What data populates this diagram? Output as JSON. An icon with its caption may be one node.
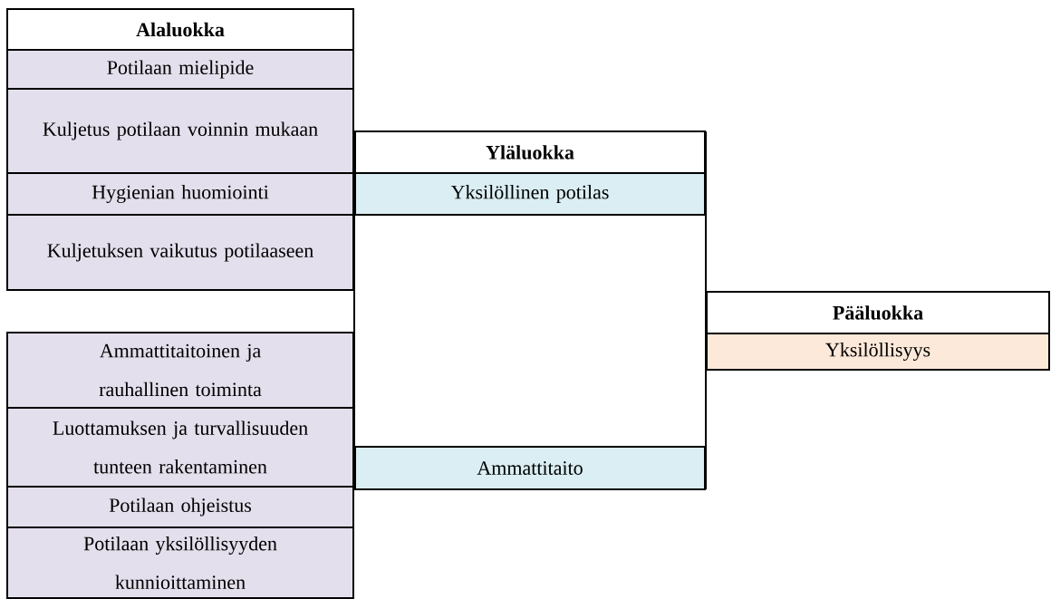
{
  "diagram": {
    "nodes": [
      {
        "text": [
          "Alaluokka"
        ]
      },
      {
        "text": [
          "Potilaan mielipide"
        ]
      },
      {
        "text": [
          "Kuljetus potilaan voinnin mukaan"
        ]
      },
      {
        "text": [
          "Hygienian huomiointi"
        ]
      },
      {
        "text": [
          "Kuljetuksen vaikutus potilaaseen"
        ]
      },
      {
        "text": [
          "Ammattitaitoinen ja rauhallinen toiminta"
        ]
      },
      {
        "text": [
          "Luottamuksen ja turvallisuuden tunteen rakentaminen"
        ]
      },
      {
        "text": [
          "Potilaan ohjeistus"
        ]
      },
      {
        "text": [
          "Potilaan yksilöllisyyden kunnioittaminen"
        ]
      },
      {
        "text": [
          "Yläluokka"
        ]
      },
      {
        "text": [
          "Yksilöllinen potilas"
        ]
      },
      {
        "text": [
          "Ammattitaito"
        ]
      },
      {
        "text": [
          "Pääluokka"
        ]
      },
      {
        "text": [
          "Yksilöllisyys"
        ]
      }
    ]
  }
}
